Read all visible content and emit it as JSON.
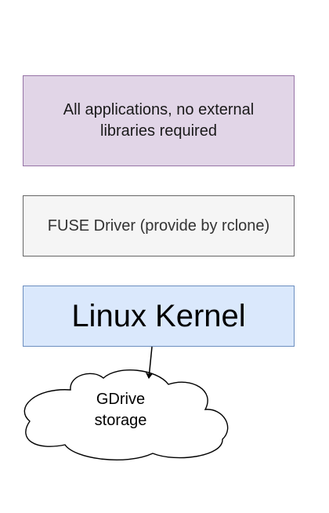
{
  "boxes": {
    "applications": "All applications, no external\nlibraries required",
    "fuse_driver": "FUSE Driver (provide by rclone)",
    "kernel": "Linux Kernel"
  },
  "cloud": {
    "label": "GDrive\nstorage"
  },
  "colors": {
    "applications_fill": "#e1d5e7",
    "applications_stroke": "#9673a6",
    "fuse_fill": "#f5f5f5",
    "fuse_stroke": "#666666",
    "kernel_fill": "#dae8fc",
    "kernel_stroke": "#6c8ebf"
  },
  "connections": [
    {
      "from": "kernel",
      "to": "cloud",
      "arrow": "end"
    }
  ]
}
